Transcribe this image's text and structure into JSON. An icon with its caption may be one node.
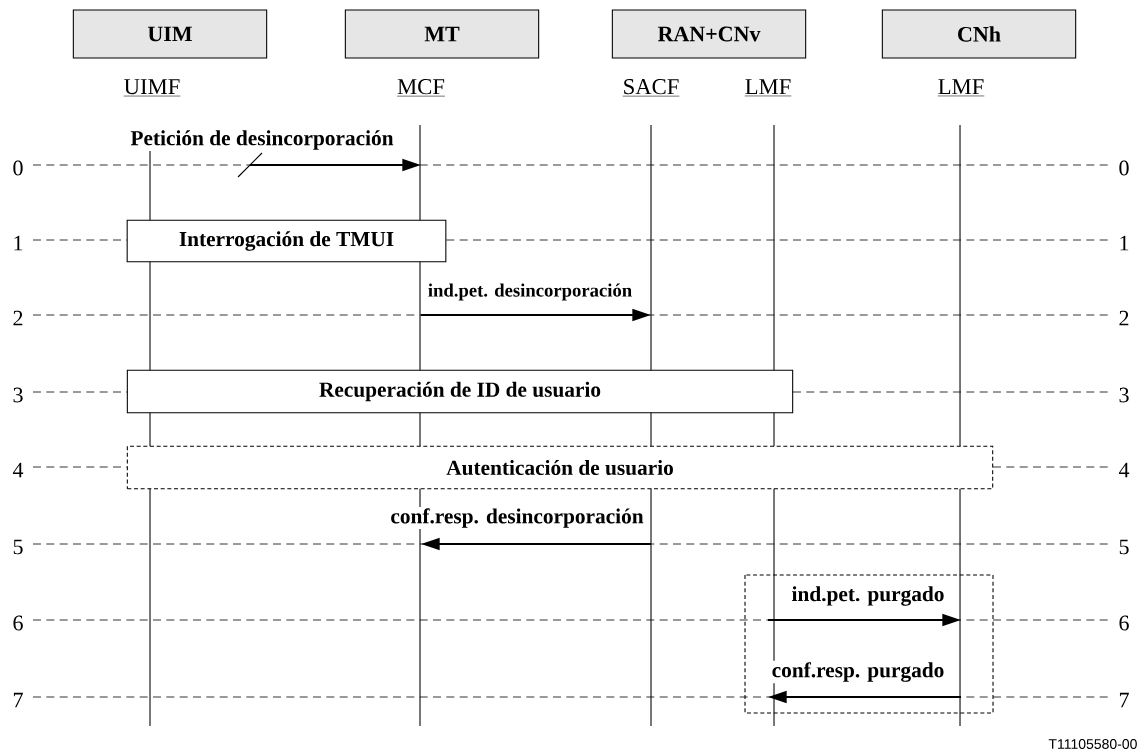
{
  "diagram": {
    "nodes": [
      {
        "text": [
          "UIM"
        ]
      },
      {
        "text": [
          "MT"
        ]
      },
      {
        "text": [
          "RAN+CNv"
        ]
      },
      {
        "text": [
          "CNh"
        ]
      },
      {
        "text": [
          "UIMF"
        ]
      },
      {
        "text": [
          "MCF"
        ]
      },
      {
        "text": [
          "SACF"
        ]
      },
      {
        "text": [
          "LMF"
        ]
      },
      {
        "text": [
          "LMF"
        ]
      },
      {
        "text": [
          "Interrogación de TMUI"
        ]
      },
      {
        "text": [
          "Recuperación de ID de usuario"
        ]
      },
      {
        "text": [
          "Autenticación de usuario"
        ]
      }
    ],
    "edges": [
      {
        "from": null,
        "to": 5,
        "arrow": "to",
        "label": "Petición de desincorporación"
      },
      {
        "from": 5,
        "to": 6,
        "arrow": "to",
        "label": "ind.pet. desincorporación"
      },
      {
        "from": 6,
        "to": 5,
        "arrow": "to",
        "label": "conf.resp. desincorporación"
      },
      {
        "from": 7,
        "to": 8,
        "arrow": "to",
        "label": "ind.pet. purgado"
      },
      {
        "from": 8,
        "to": 7,
        "arrow": "to",
        "label": "conf.resp. purgado"
      }
    ],
    "labels": [
      "0",
      "0",
      "1",
      "1",
      "2",
      "2",
      "3",
      "3",
      "4",
      "4",
      "5",
      "5",
      "6",
      "6",
      "7",
      "7",
      "T11105580-00"
    ]
  }
}
